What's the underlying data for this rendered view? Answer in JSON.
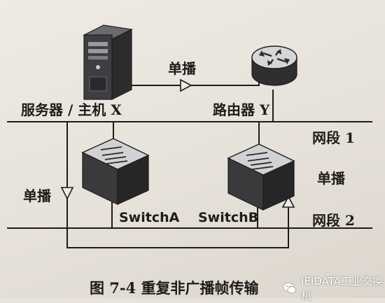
{
  "labels": {
    "server": "服务器 / 主机 X",
    "router": "路由器 Y",
    "unicast_top": "单播",
    "unicast_left": "单播",
    "unicast_right": "单播",
    "segment1": "网段 1",
    "segment2": "网段 2",
    "switch_a": "SwitchA",
    "switch_b": "SwitchB"
  },
  "caption": "图 7-4    重复非广播帧传输",
  "watermark": "IEIDATA工业交换机",
  "colors": {
    "ink": "#1e1c1b",
    "device_dark": "#3a3a3c",
    "device_light": "#d8d8d8"
  }
}
